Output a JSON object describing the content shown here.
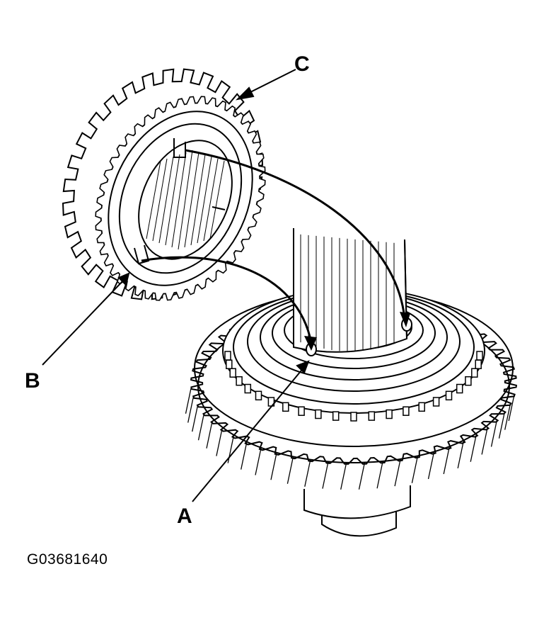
{
  "labels": {
    "a": "A",
    "b": "B",
    "c": "C"
  },
  "figure_id": "G03681640",
  "colors": {
    "line": "#000000",
    "background": "#ffffff"
  }
}
